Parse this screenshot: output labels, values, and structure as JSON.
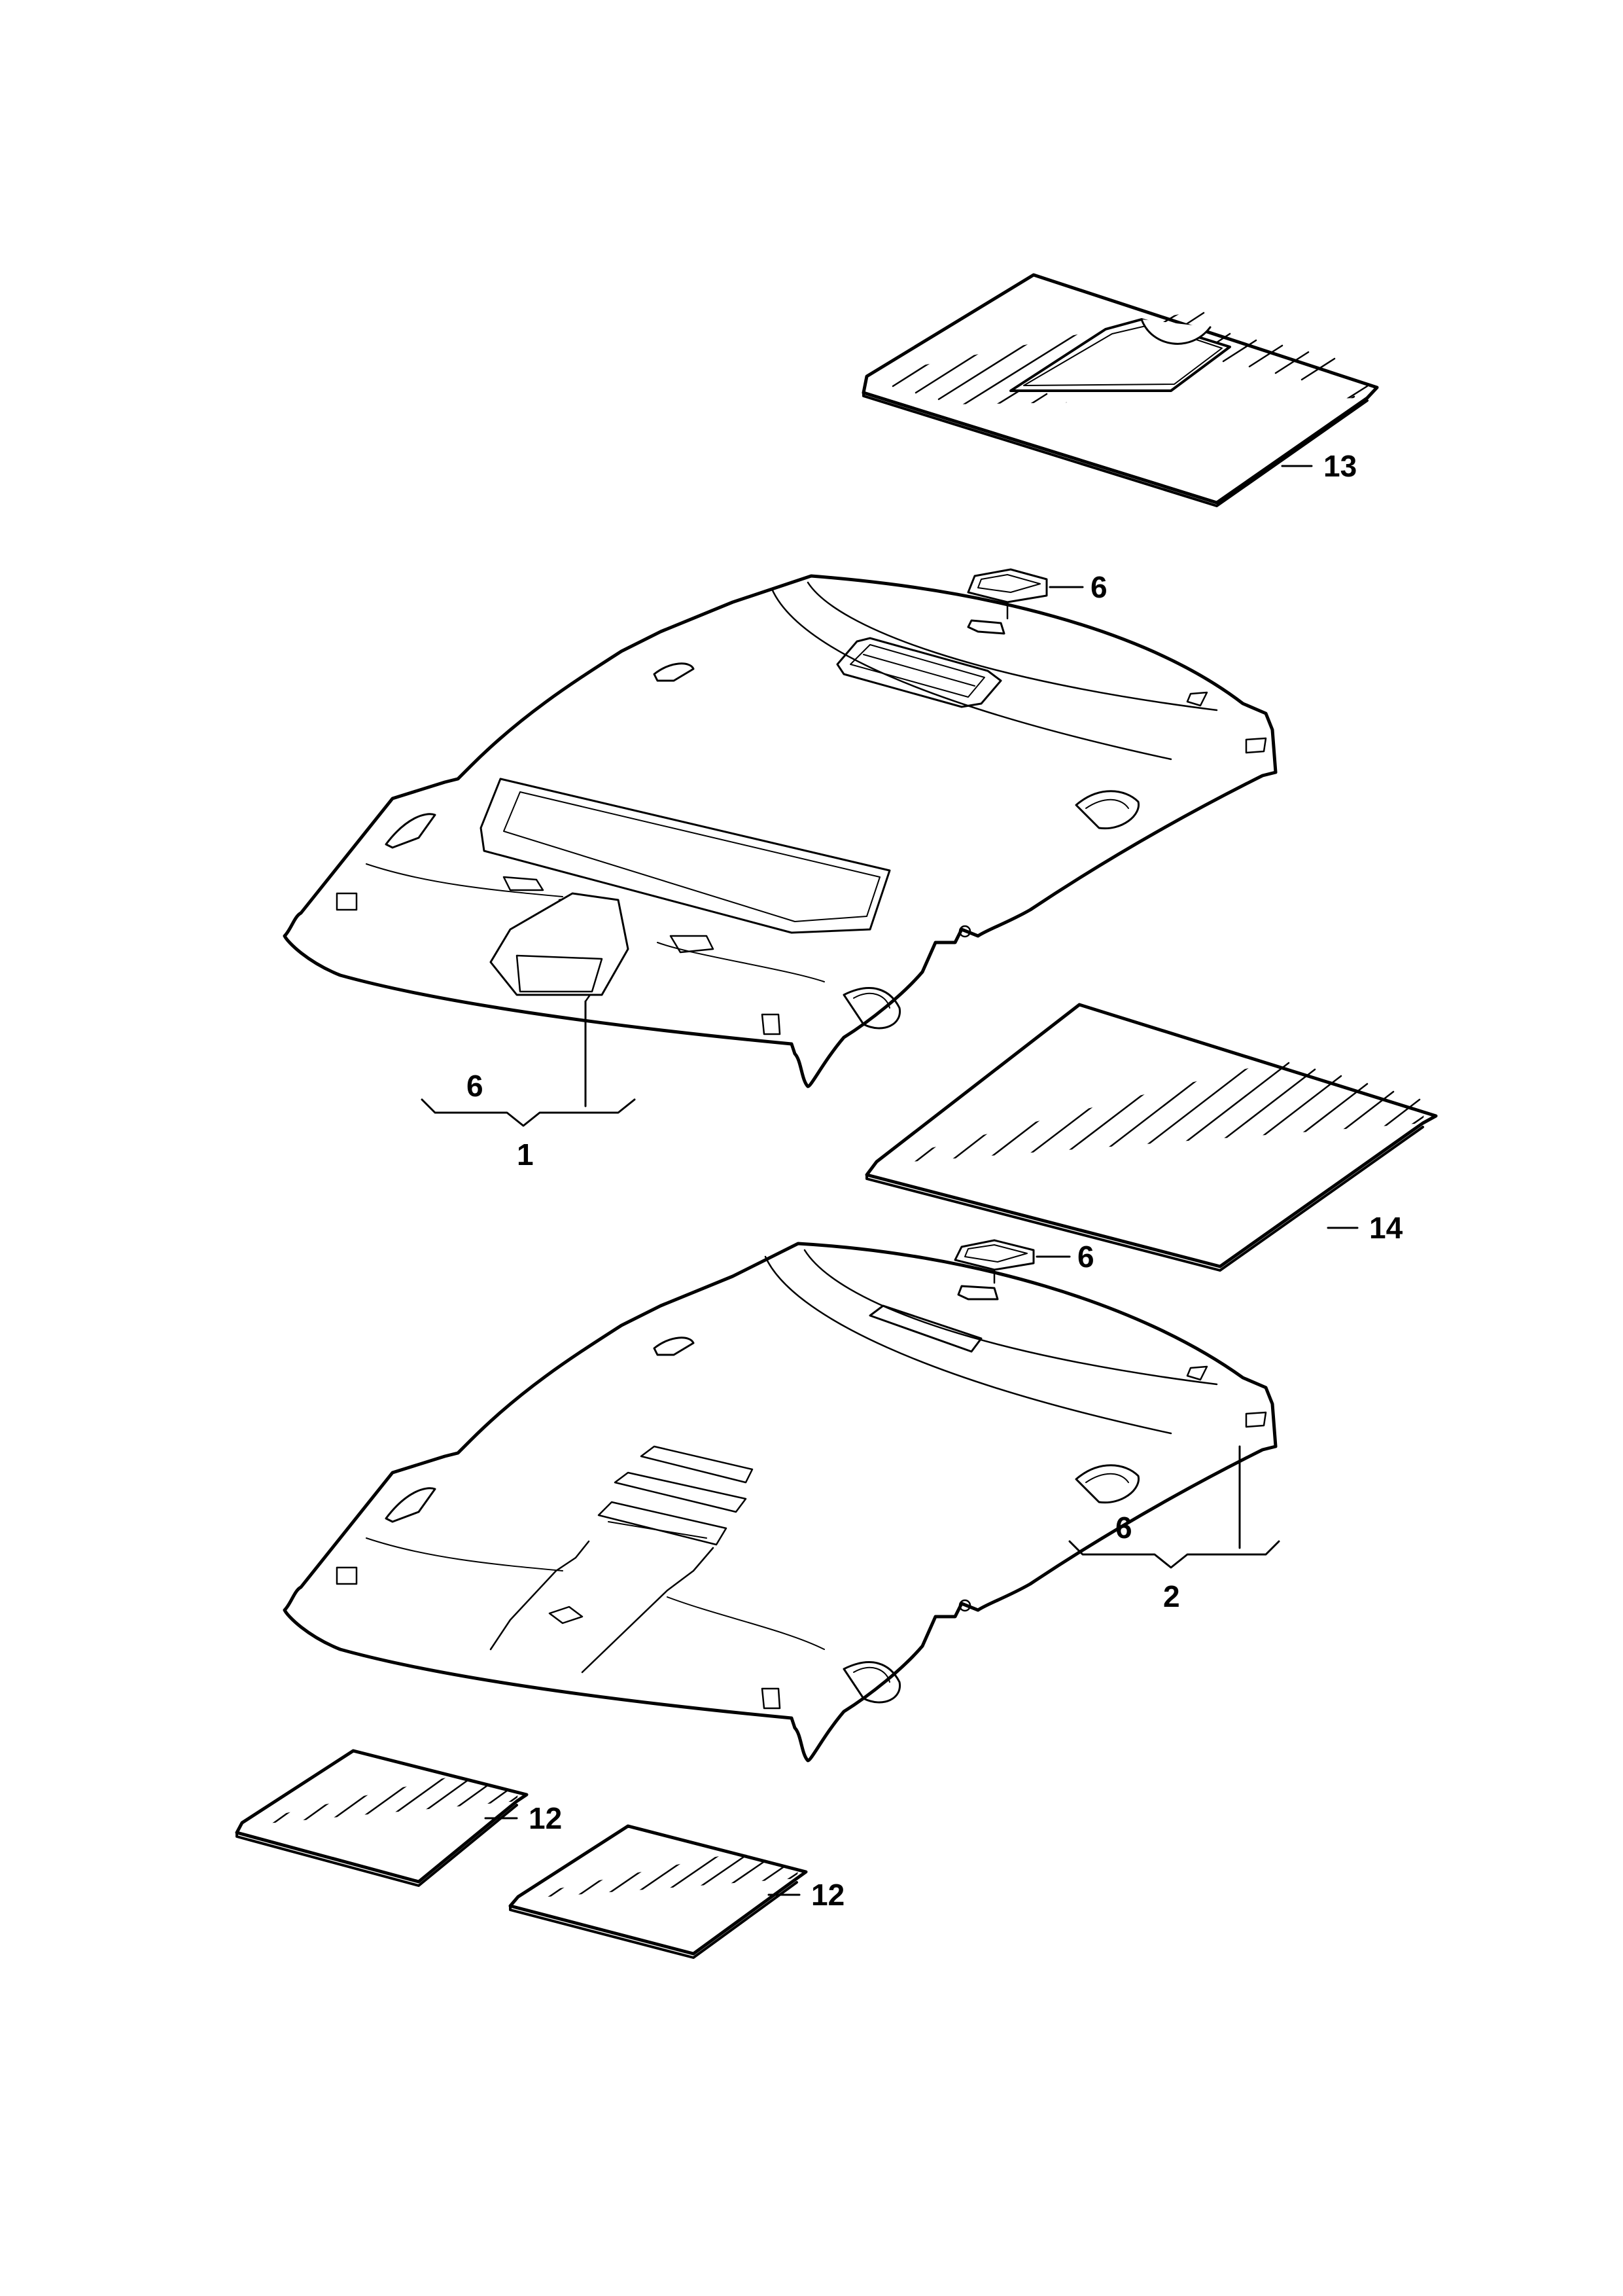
{
  "callouts": {
    "pad_top": "13",
    "clip_upper": "6",
    "headliner_upper_sub": "6",
    "headliner_upper": "1",
    "pad_middle": "14",
    "clip_lower": "6",
    "headliner_lower_sub": "6",
    "headliner_lower": "2",
    "pad_small_left": "12",
    "pad_small_right": "12"
  }
}
